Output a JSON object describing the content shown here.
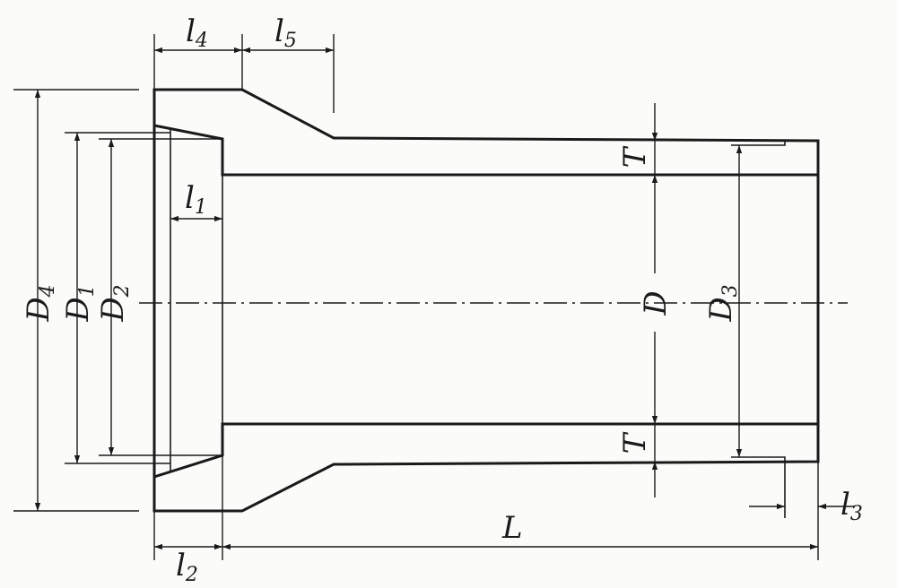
{
  "labels": {
    "l1": {
      "main": "l",
      "sub": "1"
    },
    "l2": {
      "main": "l",
      "sub": "2"
    },
    "l3": {
      "main": "l",
      "sub": "3"
    },
    "l4": {
      "main": "l",
      "sub": "4"
    },
    "l5": {
      "main": "l",
      "sub": "5"
    },
    "D": {
      "main": "D",
      "sub": ""
    },
    "D1": {
      "main": "D",
      "sub": "1"
    },
    "D2": {
      "main": "D",
      "sub": "2"
    },
    "D3": {
      "main": "D",
      "sub": "3"
    },
    "D4": {
      "main": "D",
      "sub": "4"
    },
    "T_top": {
      "main": "T",
      "sub": ""
    },
    "T_bottom": {
      "main": "T",
      "sub": ""
    },
    "L": {
      "main": "L",
      "sub": ""
    }
  }
}
